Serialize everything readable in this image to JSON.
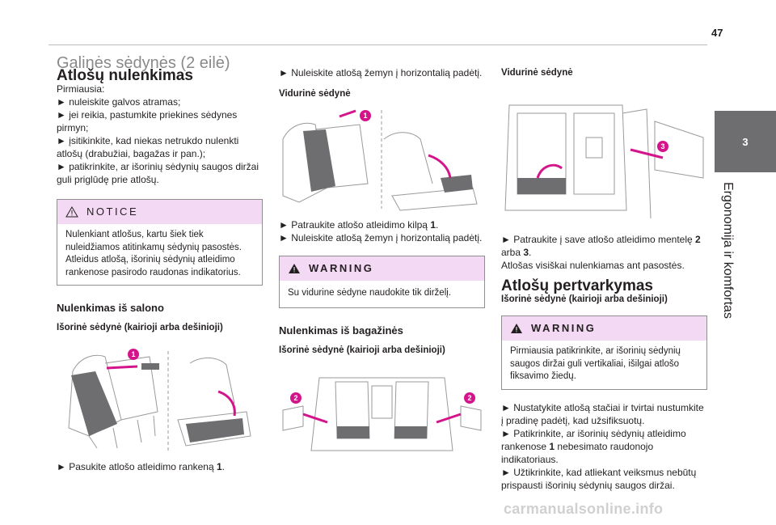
{
  "page": {
    "number": "47",
    "chapter_number": "3",
    "chapter_title": "Ergonomija ir komfortas"
  },
  "col1": {
    "section_title": "Galinės sėdynės (2 eilė)",
    "heading": "Atlošų nulenkimas",
    "intro": [
      "Pirmiausia:",
      "► nuleiskite galvos atramas;",
      "► jei reikia, pastumkite priekines sėdynes pirmyn;",
      "► įsitikinkite, kad niekas netrukdo nulenkti atlošų (drabužiai, bagažas ir pan.);",
      "► patikrinkite, ar išorinių sėdynių saugos diržai guli priglūdę prie atlošų."
    ],
    "notice_title": "NOTICE",
    "notice_text": "Nulenkiant atlošus, kartu šiek tiek nuleidžiamos atitinkamų sėdynių pasostės. Atleidus atlošą, išorinių sėdynių atleidimo rankenose pasirodo raudonas indikatorius.",
    "sub_heading": "Nulenkimas iš salono",
    "seat_heading": "Išorinė sėdynė (kairioji arba dešinioji)",
    "image_callout": "1",
    "caption_pre": "► Pasukite atlošo atleidimo rankeną ",
    "caption_bold": "1",
    "caption_post": "."
  },
  "col2": {
    "step_top": "► Nuleiskite atlošą žemyn į horizontalią padėtį.",
    "seat_heading": "Vidurinė sėdynė",
    "image_callout": "1",
    "steps_pre": "► Patraukite atlošo atleidimo kilpą ",
    "steps_bold": "1",
    "steps_post": ".",
    "step2": "► Nuleiskite atlošą žemyn į horizontalią padėtį.",
    "warning_title": "WARNING",
    "warning_text": "Su vidurine sėdyne naudokite tik dirželį.",
    "sub_heading": "Nulenkimas iš bagažinės",
    "seat_heading2": "Išorinė sėdynė (kairioji arba dešinioji)",
    "image_callout_left": "2",
    "image_callout_right": "2"
  },
  "col3": {
    "seat_heading": "Vidurinė sėdynė",
    "image_callout": "3",
    "step_pre": "► Patraukite į save atlošo atleidimo mentelę ",
    "step_bold1": "2",
    "step_mid": " arba ",
    "step_bold2": "3",
    "step_post": ".",
    "step_result": "Atlošas visiškai nulenkiamas ant pasostės.",
    "heading": "Atlošų pertvarkymas",
    "seat_heading2": "Išorinė sėdynė (kairioji arba dešinioji)",
    "warning_title": "WARNING",
    "warning_text": "Pirmiausia patikrinkite, ar išorinių sėdynių saugos diržai guli vertikaliai, išilgai atlošo fiksavimo žiedų.",
    "steps": [
      "► Nustatykite atlošą stačiai ir tvirtai nustumkite į pradinę padėtį, kad užsifiksuotų.",
      "► Patikrinkite, ar išorinių sėdynių atleidimo rankenose ",
      "► Užtikrinkite, kad atliekant veiksmus nebūtų prispausti išorinių sėdynių saugos diržai."
    ],
    "step2_bold": "1",
    "step2_post": " nebesimato raudonojo indikatoriaus."
  },
  "footer": {
    "watermark": "carmanualsonline.info"
  },
  "colors": {
    "accent": "#d4148a",
    "box_header": "#f3d9f4",
    "tab": "#6e6e70"
  }
}
